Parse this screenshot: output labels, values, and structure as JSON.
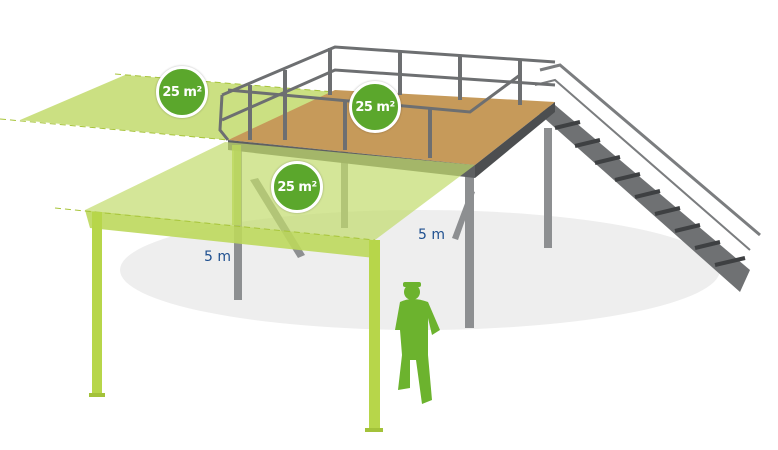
{
  "areas": [
    {
      "label": "25 m²",
      "level": "upper-left"
    },
    {
      "label": "25 m²",
      "level": "deck"
    },
    {
      "label": "25 m²",
      "level": "below"
    }
  ],
  "dimensions": [
    {
      "label": "5 m",
      "edge": "front"
    },
    {
      "label": "5 m",
      "edge": "side"
    }
  ],
  "colors": {
    "green_area": "#c2db6c",
    "badge": "#5ba72c",
    "dimension_text": "#1e4f8f",
    "steel": "#8a8c8e",
    "deck": "#c69a5a"
  }
}
